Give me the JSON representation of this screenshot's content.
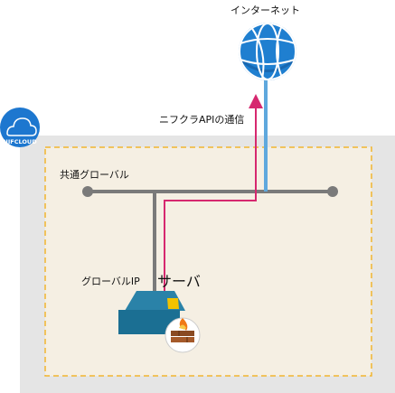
{
  "labels": {
    "internet": "インターネット",
    "api_comm": "ニフクラAPIの通信",
    "shared_global": "共通グローバル",
    "global_ip": "グローバルIP",
    "server": "サーバ"
  },
  "icons": {
    "globe": "globe-icon",
    "cloud_logo": "nifcloud-cloud-icon",
    "server": "server-icon",
    "firewall": "firewall-icon"
  },
  "logo": {
    "text": "NIFCLOUD"
  },
  "colors": {
    "region_fill": "#e5e5e5",
    "zone_fill": "#f5efe3",
    "zone_border": "#f2b530",
    "network_line": "#7a7a7a",
    "internet_line": "#5fa8dd",
    "api_line": "#d6286f",
    "globe_blue": "#1f7fd0",
    "server_teal": "#1b6f93",
    "logo_blue": "#1d77cf"
  }
}
